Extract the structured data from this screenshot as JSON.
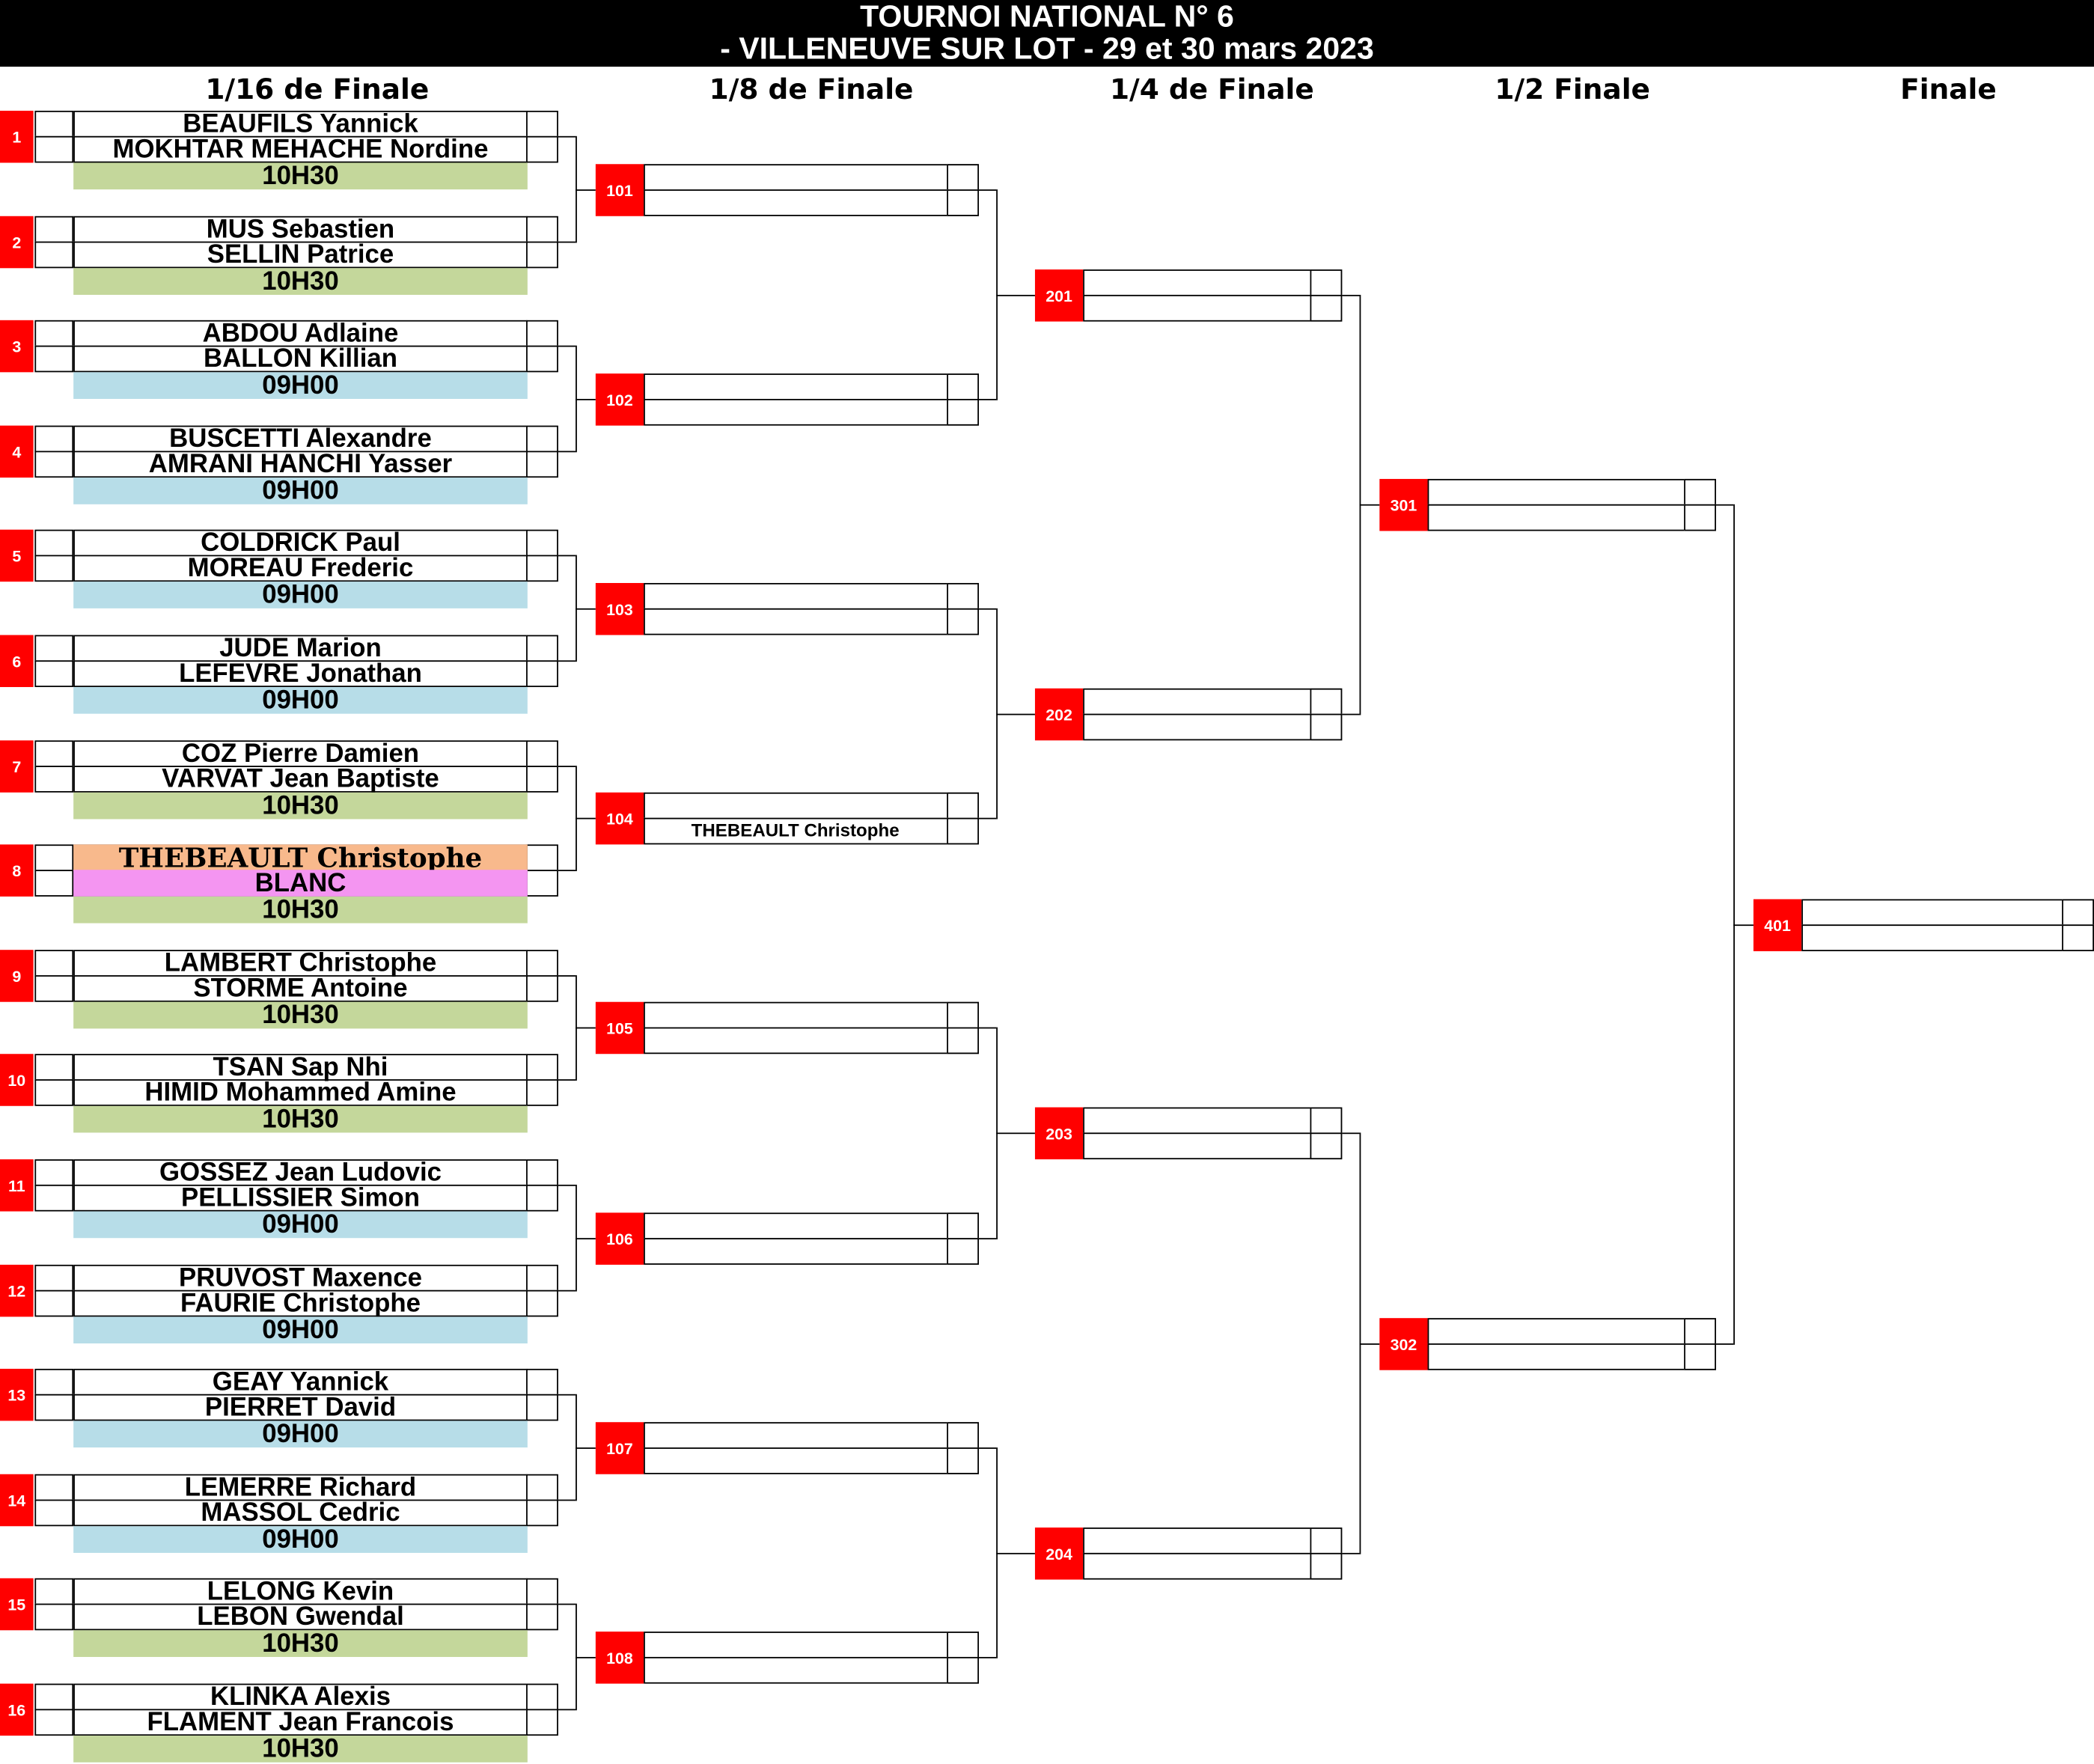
{
  "header": {
    "line1": "TOURNOI NATIONAL N°  6",
    "line2": "- VILLENEUVE SUR LOT - 29 et 30 mars 2023"
  },
  "rounds": [
    "1/16 de Finale",
    "1/8 de Finale",
    "1/4 de Finale",
    "1/2 Finale",
    "Finale"
  ],
  "colors": {
    "header_bg": "#000000",
    "seed_red": "#ff0000",
    "time_green": "#c4d79b",
    "time_blue": "#b7dde8",
    "highlight_orange": "#f8b98c",
    "highlight_pink": "#f495f1"
  },
  "first_round": [
    {
      "seed": "1",
      "p1": "BEAUFILS Yannick",
      "p2": "MOKHTAR MEHACHE Nordine",
      "time": "10H30",
      "slot": "green"
    },
    {
      "seed": "2",
      "p1": "MUS Sebastien",
      "p2": "SELLIN Patrice",
      "time": "10H30",
      "slot": "green"
    },
    {
      "seed": "3",
      "p1": "ABDOU Adlaine",
      "p2": "BALLON Killian",
      "time": "09H00",
      "slot": "blue"
    },
    {
      "seed": "4",
      "p1": "BUSCETTI Alexandre",
      "p2": "AMRANI HANCHI Yasser",
      "time": "09H00",
      "slot": "blue"
    },
    {
      "seed": "5",
      "p1": "COLDRICK Paul",
      "p2": "MOREAU Frederic",
      "time": "09H00",
      "slot": "blue"
    },
    {
      "seed": "6",
      "p1": "JUDE Marion",
      "p2": "LEFEVRE Jonathan",
      "time": "09H00",
      "slot": "blue"
    },
    {
      "seed": "7",
      "p1": "COZ Pierre Damien",
      "p2": "VARVAT Jean Baptiste",
      "time": "10H30",
      "slot": "green"
    },
    {
      "seed": "8",
      "p1": "THEBEAULT Christophe",
      "p2": "BLANC",
      "time": "10H30",
      "slot": "green"
    },
    {
      "seed": "9",
      "p1": "LAMBERT Christophe",
      "p2": "STORME Antoine",
      "time": "10H30",
      "slot": "green"
    },
    {
      "seed": "10",
      "p1": "TSAN Sap Nhi",
      "p2": "HIMID Mohammed Amine",
      "time": "10H30",
      "slot": "green"
    },
    {
      "seed": "11",
      "p1": "GOSSEZ Jean Ludovic",
      "p2": "PELLISSIER Simon",
      "time": "09H00",
      "slot": "blue"
    },
    {
      "seed": "12",
      "p1": "PRUVOST Maxence",
      "p2": "FAURIE Christophe",
      "time": "09H00",
      "slot": "blue"
    },
    {
      "seed": "13",
      "p1": "GEAY Yannick",
      "p2": "PIERRET David",
      "time": "09H00",
      "slot": "blue"
    },
    {
      "seed": "14",
      "p1": "LEMERRE Richard",
      "p2": "MASSOL Cedric",
      "time": "09H00",
      "slot": "blue"
    },
    {
      "seed": "15",
      "p1": "LELONG Kevin",
      "p2": "LEBON Gwendal",
      "time": "10H30",
      "slot": "green"
    },
    {
      "seed": "16",
      "p1": "KLINKA Alexis",
      "p2": "FLAMENT Jean Francois",
      "time": "10H30",
      "slot": "green"
    }
  ],
  "second_round": [
    {
      "num": "101",
      "p1": "",
      "p2": ""
    },
    {
      "num": "102",
      "p1": "",
      "p2": ""
    },
    {
      "num": "103",
      "p1": "",
      "p2": ""
    },
    {
      "num": "104",
      "p1": "",
      "p2": "THEBEAULT Christophe"
    },
    {
      "num": "105",
      "p1": "",
      "p2": ""
    },
    {
      "num": "106",
      "p1": "",
      "p2": ""
    },
    {
      "num": "107",
      "p1": "",
      "p2": ""
    },
    {
      "num": "108",
      "p1": "",
      "p2": ""
    }
  ],
  "quarter_final": [
    {
      "num": "201"
    },
    {
      "num": "202"
    },
    {
      "num": "203"
    },
    {
      "num": "204"
    }
  ],
  "semi_final": [
    {
      "num": "301"
    },
    {
      "num": "302"
    }
  ],
  "final": [
    {
      "num": "401"
    }
  ]
}
